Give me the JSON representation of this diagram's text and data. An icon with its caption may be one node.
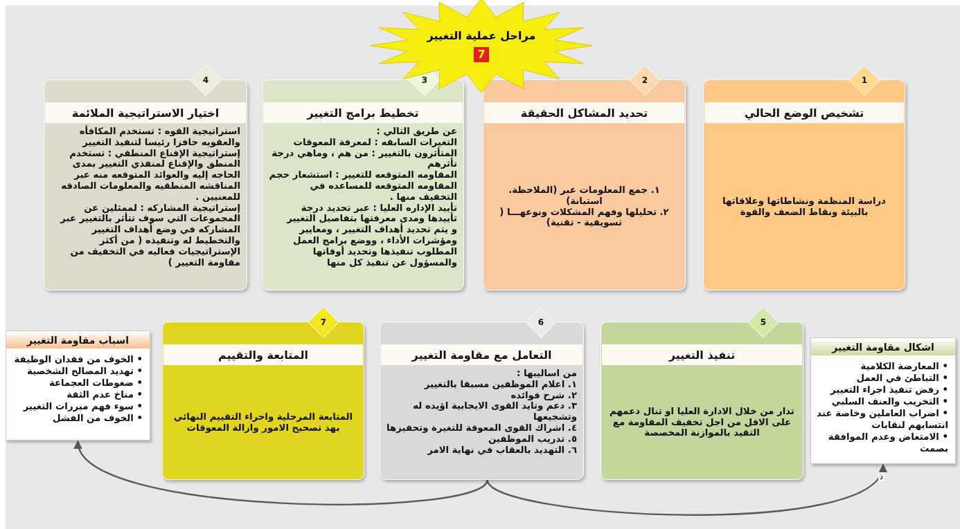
{
  "diagram": {
    "nodes": [
      {
        "text": [
          "مراحل عملية التغيير",
          "7"
        ]
      },
      {
        "text": [
          "1",
          "تشخيص الوضع الحالي",
          "دراسة المنظمة ونشاطاتها وعلاقاتها بالبيئة ونقاط الضعف والقوة"
        ]
      },
      {
        "text": [
          "2",
          "تحديد المشاكل الحقيقة",
          "١. جمع المعلومات عبر (الملاحظة. استبانة)",
          "٢. تحليلها وفهم المشكلات ونوعهـــا ( تسويقية - تقنية)"
        ]
      },
      {
        "text": [
          "3",
          "تخطيط برامج التغيير",
          "عن طريق التالي :",
          "التغيرات السابقه : لمعرفة المعوقات",
          "المتأثرون بالتغيير : من هم ، وماهي درجة تأثرهم",
          "المقاومه المتوقعه للتغيير : استشعار حجم المقاومه المتوقعه للمساعده في التخفيف منها .",
          "تأييد الإداره العليا : عبر تحديد درجة تأييدها ومدى معرفتها بتفاصيل التغيير",
          "و يتم تحديد أهداف التغيير ، ومعايير ومؤشرات الأداء ، ووضع برامج العمل المطلوب تنفيذها وتحديد أوقاتها والمسؤول عن تنفيذ كل منها"
        ]
      },
      {
        "text": [
          "4",
          "اختيار الاستراتيجية الملائمة",
          "استراتيجية القوه : تستخدم المكافأه والعقوبه حافزا رئيسا لتنفيذ التغيير",
          "إستراتيجية الإقناع المنطقي : تستخدم المنطق والإقناع لمنفذي التغيير بمدى الحاجه إليه والعوائد المتوقعه منه عبر المناقشه المنطقيه والمعلومات الصادقه للمعنيين .",
          "إستراتيجية المشاركه : لممثلين عن المجموعات التي سوف تتأثر بالتغيير عبر المشاركه في وضع أهداف التغيير والتخطيط له وتنفيذه ( من أكثر الإستراتيجيات فعاليه في التخفيف من مقاومة التغيير )"
        ]
      },
      {
        "text": [
          "اشكال مقاومة التغيير",
          "• المعارضة الكلامية",
          "• التباطئ في العمل",
          "• رفض تنفيذ اجراء التغيير",
          "• التخريب والعنف السلبي",
          "• اضراب العاملين وخاصة عند انتسابهم لنقابات",
          "• الامتعاض وعدم الموافقة بصمت"
        ]
      },
      {
        "text": [
          "5",
          "تنفيذ التغيير",
          "تدار من خلال الادارة العليا او تنال دعمهم على الاقل من اجل تخفيف المقاومة مع التقيد بالموازنة المخصصة"
        ]
      },
      {
        "text": [
          "6",
          "التعامل مع مقاومة التغيير",
          "من اساليبها :",
          "١. اعلام الموظفين مسبقا بالتغيير",
          "٢. شرح فوائده",
          "٣. دعم وتايد القوى الايجابية اؤيده له وتشجيعها",
          "٤. اشراك القوى المعوقة للتغيرة وتحفيزها",
          "٥. تدريب الموظفين",
          "٦. التهديد بالعقاب في نهاية الامر"
        ]
      },
      {
        "text": [
          "7",
          "المتابعة والتقييم",
          "المتابعة المرحلية واحراء التقييم النهائي بهد تصحيح الامور وازالة المعوقات"
        ]
      },
      {
        "text": [
          "اسباب مقاومة التغيير",
          "• الخوف من فقدان الوظيفة",
          "• تهديد المصالح الشخصية",
          "• ضغوطات العجماعة",
          "• مناخ عدم الثقة",
          "• سوء فهم مبررات التغيير",
          "• الخوف من الفشل"
        ]
      }
    ],
    "edges": [
      {
        "from": 7,
        "to": 9,
        "arrow": "to"
      },
      {
        "from": 7,
        "to": 5,
        "arrow": "to"
      }
    ],
    "labels": [
      "ذ"
    ]
  }
}
